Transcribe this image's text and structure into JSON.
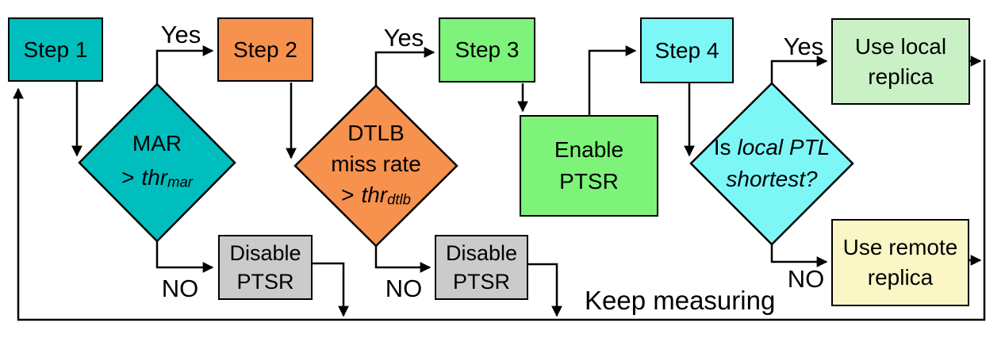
{
  "diagram": {
    "line_color": "#000000",
    "background": "#ffffff"
  },
  "nodes": {
    "step1": {
      "label": "Step 1",
      "color": "#00BEBE"
    },
    "step2": {
      "label": "Step 2",
      "color": "#F6914E"
    },
    "step3": {
      "label": "Step 3",
      "color": "#7DF37A"
    },
    "step4": {
      "label": "Step 4",
      "color": "#7DF6F6"
    },
    "enable_ptsr": {
      "line1": "Enable",
      "line2": "PTSR",
      "color": "#7DF37A"
    },
    "disable_ptsr_a": {
      "line1": "Disable",
      "line2": "PTSR",
      "color": "#CBCBCB"
    },
    "disable_ptsr_b": {
      "line1": "Disable",
      "line2": "PTSR",
      "color": "#CBCBCB"
    },
    "use_local_replica": {
      "line1": "Use local",
      "line2": "replica",
      "color": "#C9F1C5"
    },
    "use_remote_replica": {
      "line1": "Use remote",
      "line2": "replica",
      "color": "#FAF6C6"
    },
    "decision_mar": {
      "line1": "MAR",
      "op": ">",
      "thr": "thr",
      "sub": "mar",
      "color": "#00BEBE"
    },
    "decision_dtlb": {
      "line1": "DTLB",
      "line2": "miss rate",
      "op": ">",
      "thr": "thr",
      "sub": "dtlb",
      "color": "#F6914E"
    },
    "decision_ptl": {
      "prefix": "Is",
      "italic_line1": "local PTL",
      "italic_line2": "shortest?",
      "color": "#7DF6F6"
    }
  },
  "edge_labels": {
    "yes_mar": "Yes",
    "no_mar": "NO",
    "yes_dtlb": "Yes",
    "no_dtlb": "NO",
    "yes_ptl": "Yes",
    "no_ptl": "NO",
    "keep_measuring": "Keep measuring"
  }
}
